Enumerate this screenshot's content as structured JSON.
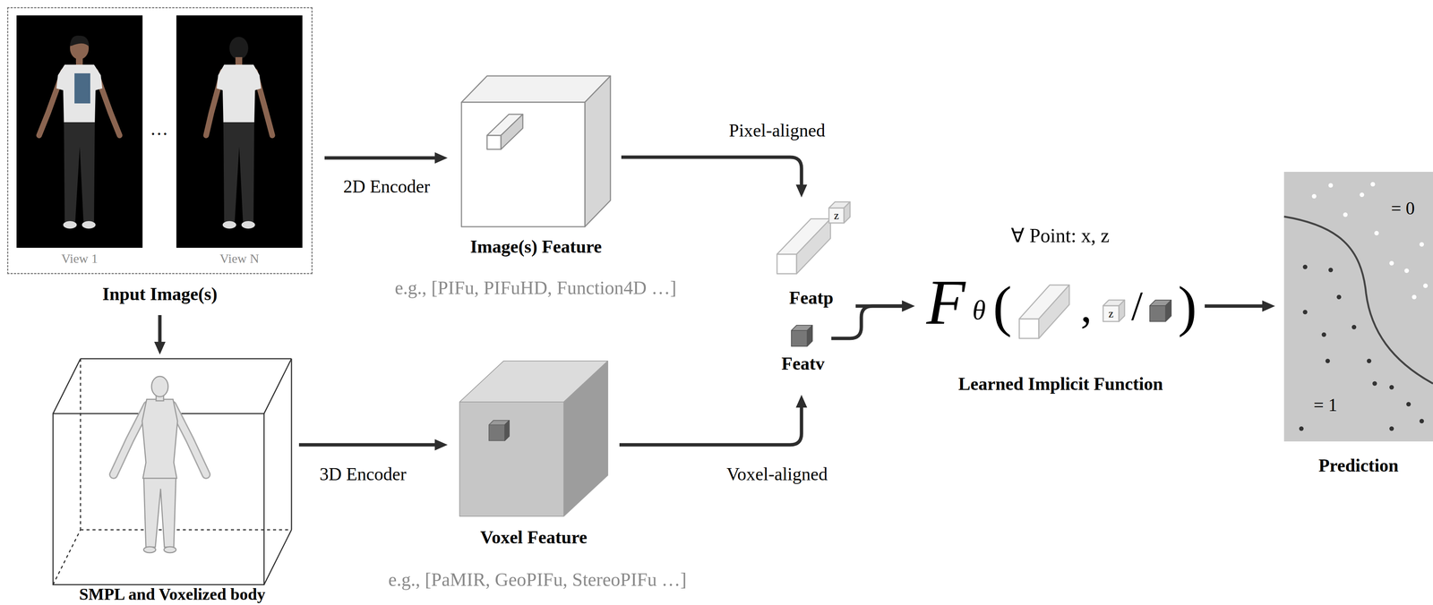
{
  "diagram": {
    "nodes": [
      {
        "text": [
          "Input Image(s)"
        ]
      },
      {
        "text": [
          "View 1"
        ],
        "in": 0
      },
      {
        "text": [
          "View N"
        ],
        "in": 0
      },
      {
        "text": [
          "Image(s) Feature"
        ]
      },
      {
        "text": [
          "SMPL and Voxelized body"
        ]
      },
      {
        "text": [
          "Voxel Feature"
        ]
      },
      {
        "text": [
          "Featp"
        ]
      },
      {
        "text": [
          "Featv"
        ]
      },
      {
        "text": [
          "Learned Implicit Function"
        ]
      },
      {
        "text": [
          "= 0",
          "= 1",
          "Prediction"
        ]
      }
    ],
    "edges": [
      {
        "from": 0,
        "to": 3,
        "arrow": "to",
        "label": "2D Encoder"
      },
      {
        "from": 0,
        "to": 4,
        "arrow": "to"
      },
      {
        "from": 4,
        "to": 5,
        "arrow": "to",
        "label": "3D Encoder"
      },
      {
        "from": 3,
        "to": 6,
        "arrow": "to",
        "label": "Pixel-aligned"
      },
      {
        "from": 5,
        "to": 7,
        "arrow": "to",
        "label": "Voxel-aligned"
      },
      {
        "from": 6,
        "to": 8,
        "arrow": "to"
      },
      {
        "from": 7,
        "to": 8,
        "arrow": "to"
      },
      {
        "from": 8,
        "to": 9,
        "arrow": "to"
      }
    ],
    "labels": [
      "…",
      "e.g., [PIFu, PIFuHD, Function4D …]",
      "e.g., [PaMIR, GeoPIFu, StereoPIFu …]",
      "z",
      "∀ Point: x, z",
      "F",
      "θ",
      "(",
      ",",
      "z",
      "/",
      ")"
    ]
  }
}
